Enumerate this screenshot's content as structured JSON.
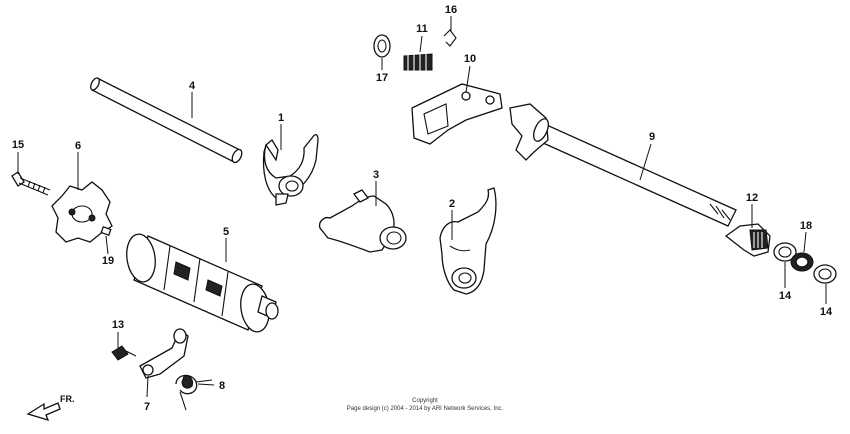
{
  "callouts": [
    {
      "id": "1",
      "text": "1"
    },
    {
      "id": "2",
      "text": "2"
    },
    {
      "id": "3",
      "text": "3"
    },
    {
      "id": "4",
      "text": "4"
    },
    {
      "id": "5",
      "text": "5"
    },
    {
      "id": "6",
      "text": "6"
    },
    {
      "id": "7",
      "text": "7"
    },
    {
      "id": "8",
      "text": "8"
    },
    {
      "id": "9",
      "text": "9"
    },
    {
      "id": "10",
      "text": "10"
    },
    {
      "id": "11",
      "text": "11"
    },
    {
      "id": "12",
      "text": "12"
    },
    {
      "id": "13",
      "text": "13"
    },
    {
      "id": "14a",
      "text": "14"
    },
    {
      "id": "14b",
      "text": "14"
    },
    {
      "id": "15",
      "text": "15"
    },
    {
      "id": "16",
      "text": "16"
    },
    {
      "id": "17",
      "text": "17"
    },
    {
      "id": "18",
      "text": "18"
    },
    {
      "id": "19",
      "text": "19"
    }
  ],
  "front_arrow_label": "FR.",
  "copyright": {
    "line1": "Copyright",
    "line2": "Page design (c) 2004 - 2014 by ARI Network Services, Inc."
  }
}
